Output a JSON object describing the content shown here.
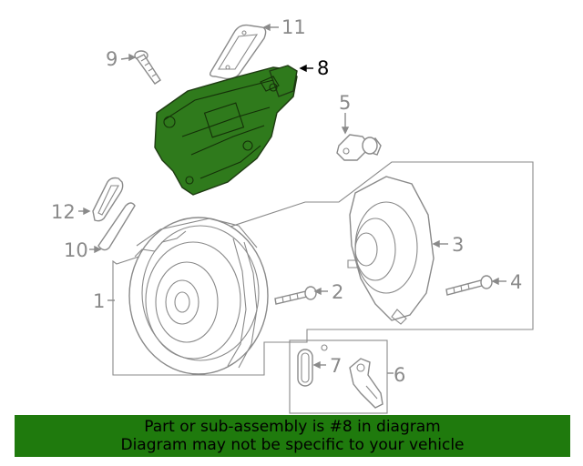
{
  "diagram": {
    "callouts": [
      {
        "id": "1",
        "label": "1",
        "highlighted": false
      },
      {
        "id": "2",
        "label": "2",
        "highlighted": false
      },
      {
        "id": "3",
        "label": "3",
        "highlighted": false
      },
      {
        "id": "4",
        "label": "4",
        "highlighted": false
      },
      {
        "id": "5",
        "label": "5",
        "highlighted": false
      },
      {
        "id": "6",
        "label": "6",
        "highlighted": false
      },
      {
        "id": "7",
        "label": "7",
        "highlighted": false
      },
      {
        "id": "8",
        "label": "8",
        "highlighted": true
      },
      {
        "id": "9",
        "label": "9",
        "highlighted": false
      },
      {
        "id": "10",
        "label": "10",
        "highlighted": false
      },
      {
        "id": "11",
        "label": "11",
        "highlighted": false
      },
      {
        "id": "12",
        "label": "12",
        "highlighted": false
      }
    ],
    "line_color": "#8a8a8a",
    "highlight_fill": "#2f7a1c"
  },
  "banner": {
    "line1": "Part or sub-assembly is #8 in diagram",
    "line2": "Diagram may not be specific to your vehicle",
    "background": "#1f7a0d"
  }
}
